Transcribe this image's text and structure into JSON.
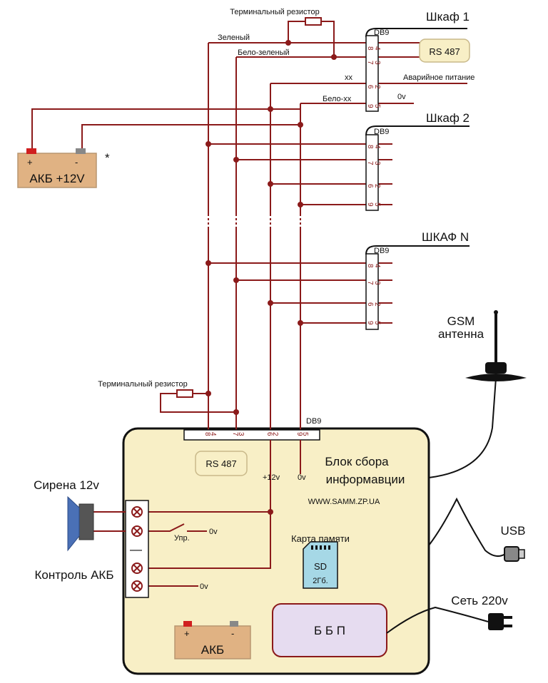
{
  "cabinets": {
    "cab1": "Шкаф  1",
    "cab2": "Шкаф  2",
    "cabN": "ШКАФ  N"
  },
  "connector": "DB9",
  "pins": [
    "4",
    "8",
    "3",
    "7",
    "2",
    "6",
    "5",
    "9"
  ],
  "wires": {
    "green": "Зеленый",
    "white_green": "Бело-зеленый",
    "xx": "xx",
    "white_xx": "Бело-хх",
    "terminal_resistor": "Терминальный резистор",
    "emergency_power": "Аварийное питание",
    "zero_v": "0v"
  },
  "rs485": "RS 487",
  "battery_ext": {
    "label": "АКБ +12V",
    "plus": "+",
    "minus": "-",
    "note": "*"
  },
  "unit": {
    "title_line1": "Блок сбора",
    "title_line2": "информавции",
    "website": "WWW.SAMM.ZP.UA",
    "plus12": "+12v",
    "zero_v": "0v",
    "sd_title": "Карта памяти",
    "sd_label1": "SD",
    "sd_label2": "2Гб.",
    "psu": "Б Б П",
    "battery": "АКБ",
    "battery_plus": "+",
    "battery_minus": "-",
    "switch_label": "Упр.",
    "dash": "—"
  },
  "external": {
    "siren": "Сирена 12v",
    "battery_control": "Контроль АКБ",
    "gsm_line1": "GSM",
    "gsm_line2": "антенна",
    "usb": "USB",
    "mains": "Сеть 220v"
  },
  "colors": {
    "wire": "#8b1a1a",
    "unit_fill": "#f8efc6",
    "battery_fill": "#e0b283",
    "psu_fill": "#e6dcf0",
    "sd_fill": "#a6d8e6",
    "siren_fill": "#4a70b6"
  }
}
